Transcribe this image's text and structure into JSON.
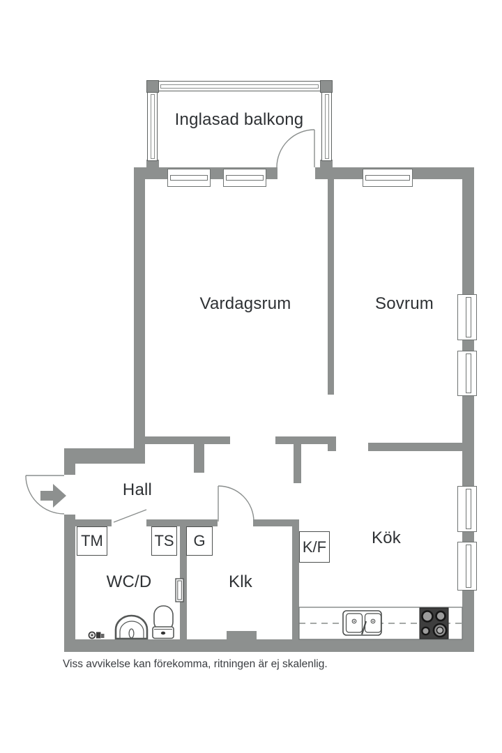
{
  "plan": {
    "rooms": {
      "balcony": {
        "label": "Inglasad balkong"
      },
      "living_room": {
        "label": "Vardagsrum"
      },
      "bedroom": {
        "label": "Sovrum"
      },
      "hall": {
        "label": "Hall"
      },
      "wc": {
        "label": "WC/D"
      },
      "closet": {
        "label": "Klk"
      },
      "kitchen": {
        "label": "Kök"
      }
    },
    "fixtures": {
      "washing_machine": {
        "label": "TM"
      },
      "drying_cabinet": {
        "label": "TS"
      },
      "wardrobe": {
        "label": "G"
      },
      "fridge_freezer": {
        "label": "K/F"
      }
    }
  },
  "footer": {
    "disclaimer": "Viss avvikelse kan förekomma, ritningen är ej skalenlig."
  },
  "colors": {
    "wall": "#8d908f",
    "line": "#6f7372",
    "fixture": "#4c4f4e",
    "text": "#2e3134",
    "caption": "#3a3d41"
  }
}
